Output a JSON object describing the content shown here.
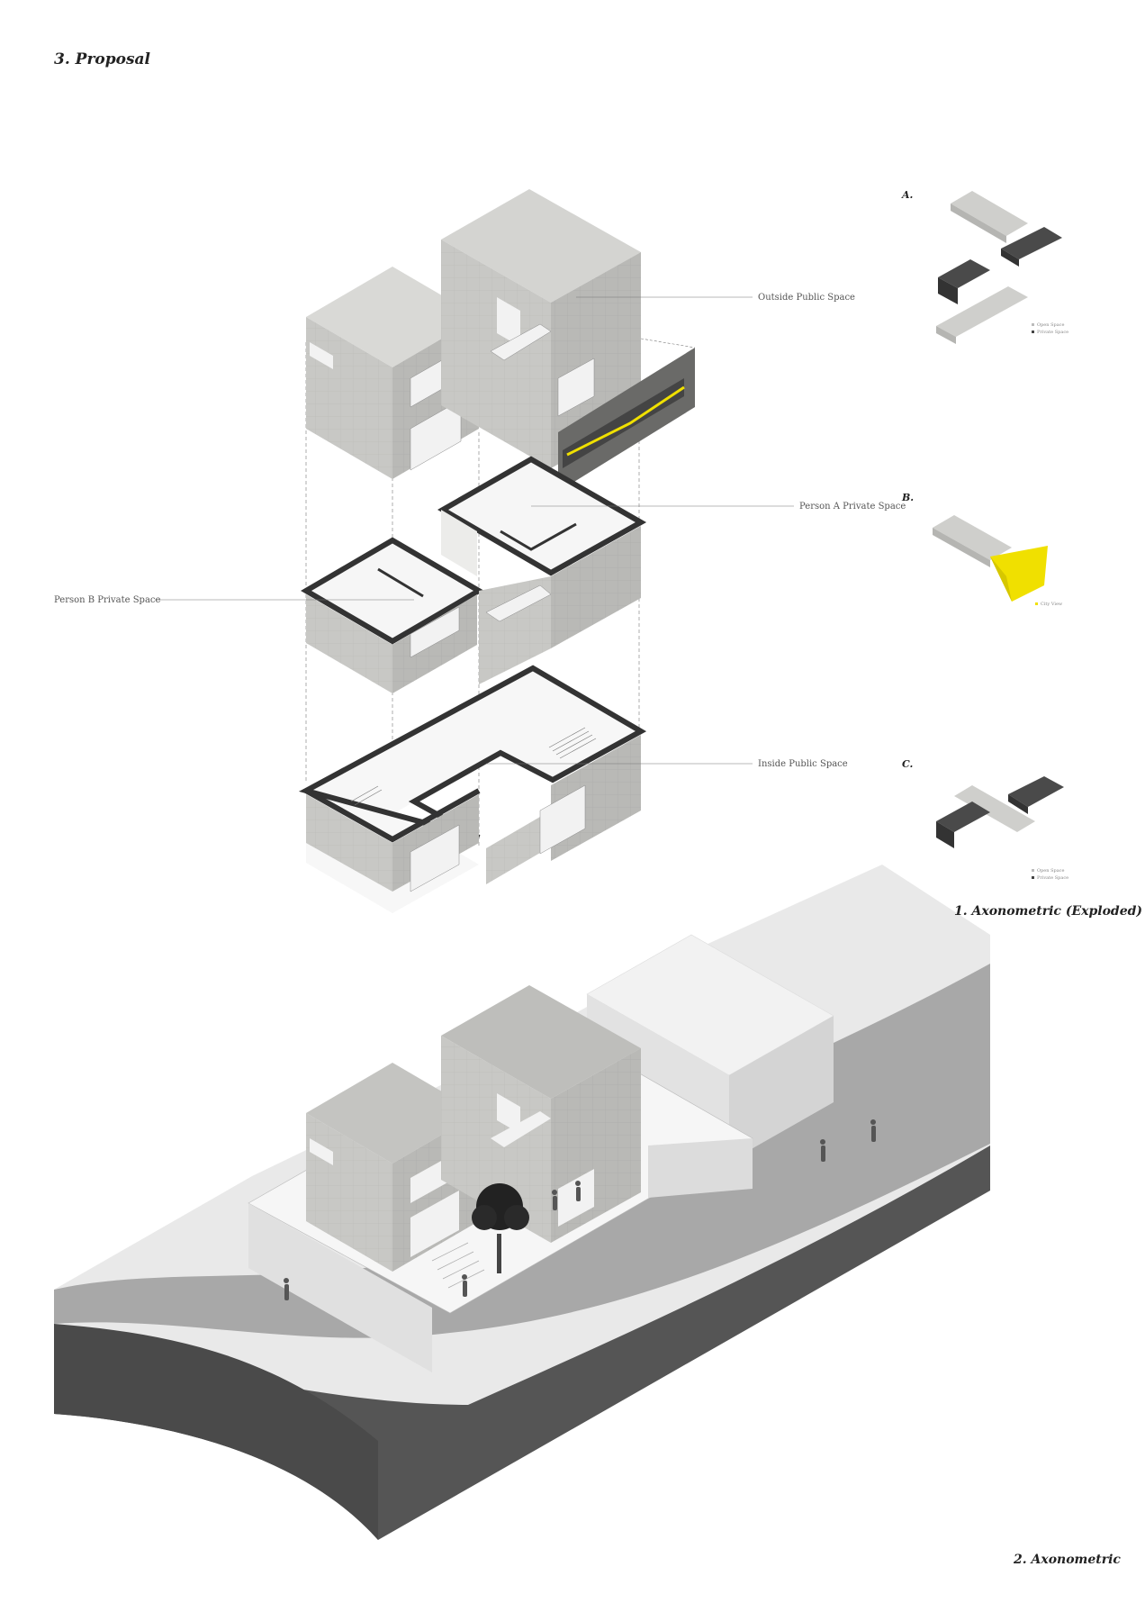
{
  "page": {
    "title": "3. Proposal"
  },
  "exploded": {
    "labels": {
      "outside_public": "Outside Public Space",
      "person_a": "Person A Private Space",
      "person_b": "Person B Private Space",
      "inside_public": "Inside Public Space"
    },
    "caption": "1. Axonometric (Exploded)"
  },
  "insets": {
    "a": {
      "letter": "A.",
      "legend": [
        "Open Space",
        "Private Space"
      ]
    },
    "b": {
      "letter": "B.",
      "legend": [
        "City View"
      ]
    },
    "c": {
      "letter": "C.",
      "legend": [
        "Open Space",
        "Private Space"
      ]
    }
  },
  "axonometric": {
    "caption": "2. Axonometric"
  },
  "colors": {
    "concrete": "#c9c9c6",
    "concrete_dark": "#a9a9a6",
    "wall": "#333333",
    "ground": "#a8a8a8",
    "ground_edge": "#555555",
    "accent_yellow": "#f0e000"
  }
}
